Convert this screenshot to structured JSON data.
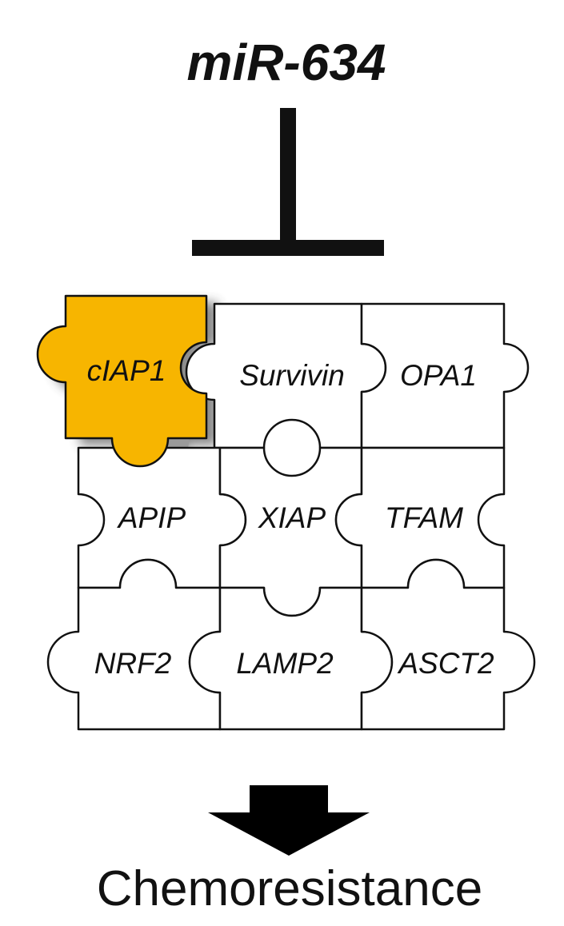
{
  "regulator": "miR-634",
  "outcome": "Chemoresistance",
  "highlight_color": "#F7B500",
  "pieces": [
    {
      "id": "ciap1",
      "label": "cIAP1",
      "highlighted": true
    },
    {
      "id": "survivin",
      "label": "Survivin",
      "highlighted": false
    },
    {
      "id": "opa1",
      "label": "OPA1",
      "highlighted": false
    },
    {
      "id": "apip",
      "label": "APIP",
      "highlighted": false
    },
    {
      "id": "xiap",
      "label": "XIAP",
      "highlighted": false
    },
    {
      "id": "tfam",
      "label": "TFAM",
      "highlighted": false
    },
    {
      "id": "nrf2",
      "label": "NRF2",
      "highlighted": false
    },
    {
      "id": "lamp2",
      "label": "LAMP2",
      "highlighted": false
    },
    {
      "id": "asct2",
      "label": "ASCT2",
      "highlighted": false
    }
  ]
}
